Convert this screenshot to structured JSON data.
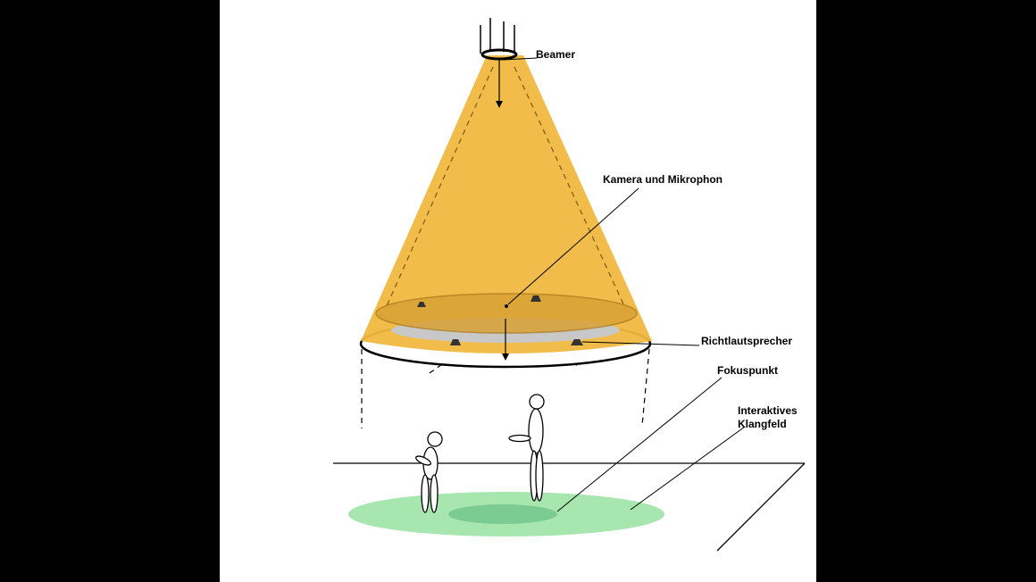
{
  "labels": {
    "beamer": "Beamer",
    "camera_mic": "Kamera und Mikrophon",
    "speaker": "Richtlautsprecher",
    "focus": "Fokuspunkt",
    "field_line1": "Interaktives",
    "field_line2": "Klangfeld"
  },
  "colors": {
    "cone": "#F0B840",
    "cone_dark": "#D9A235",
    "ring_fill": "#C8C8C8",
    "field": "#A8E6B0",
    "field_focus": "#7CCB92",
    "stroke": "#000000"
  }
}
